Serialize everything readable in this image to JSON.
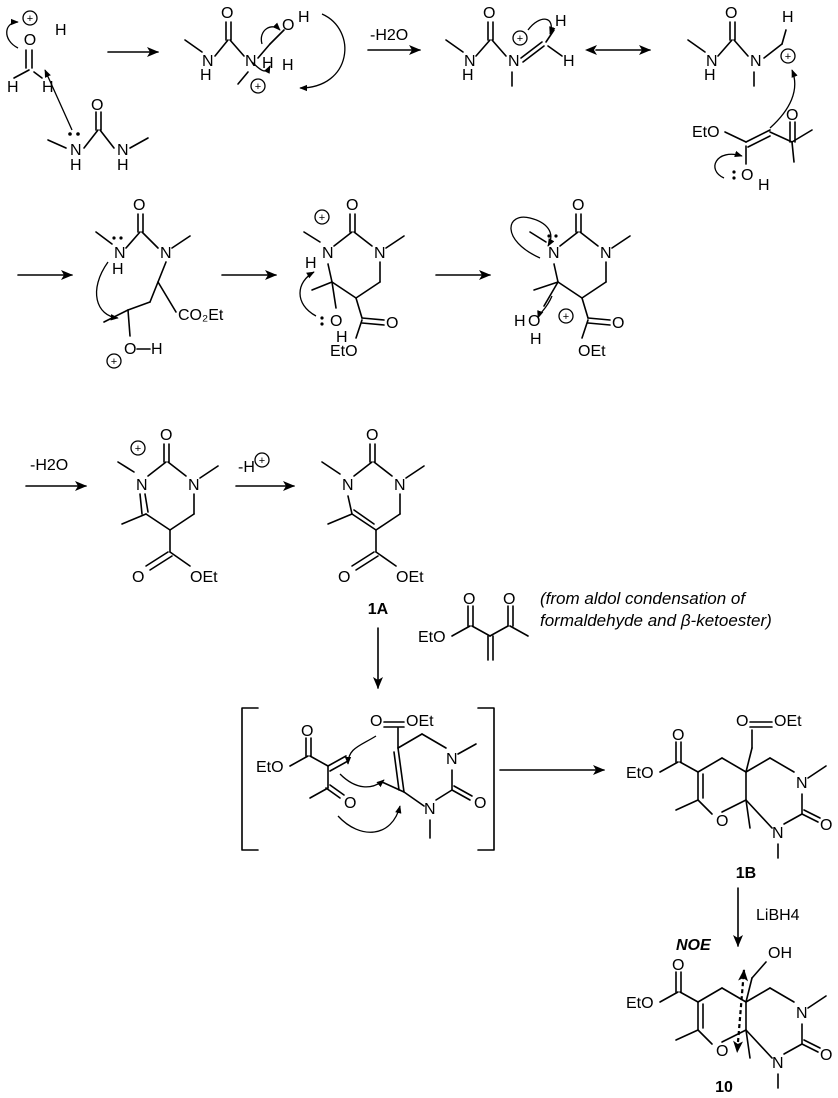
{
  "scheme": {
    "conditions": {
      "dehydration_1": "-H2O",
      "dehydration_2": "-H2O",
      "deprotonation": "-H",
      "reduction": "LiBH4"
    },
    "compound_labels": [
      "1A",
      "1B",
      "10"
    ],
    "side_note": {
      "line1": "(from aldol condensation of",
      "line2": "formaldehyde and β-ketoester)"
    },
    "noe_label": "NOE",
    "atoms": {
      "O": "O",
      "H": "H",
      "N": "N",
      "OH": "OH",
      "Et": "Et",
      "EtO": "EtO",
      "OEt": "OEt",
      "CO2Et": "CO₂Et",
      "plus": "+"
    }
  }
}
